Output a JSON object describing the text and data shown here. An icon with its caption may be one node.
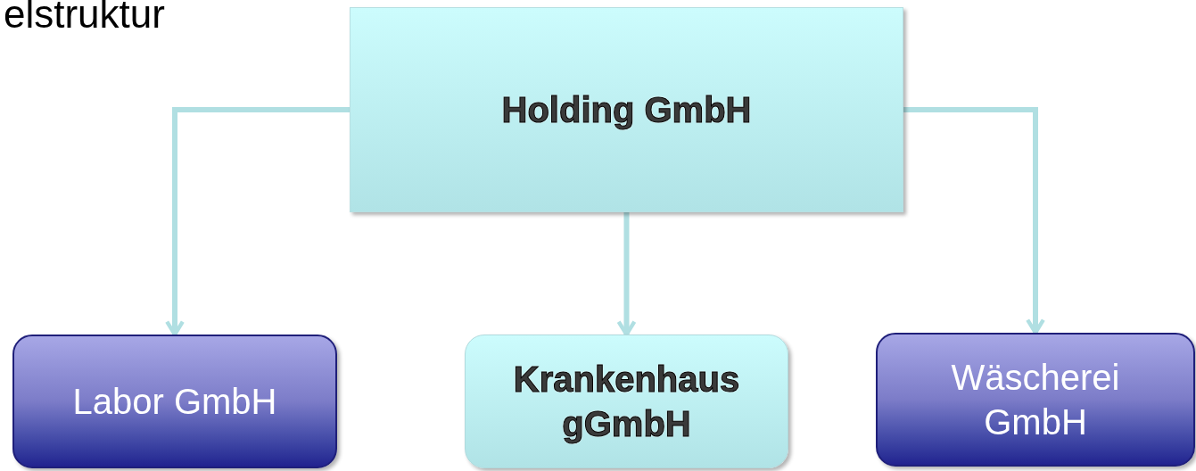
{
  "diagram": {
    "title": "elstruktur",
    "nodes": [
      {
        "text": [
          "Holding GmbH"
        ]
      },
      {
        "text": [
          "Labor GmbH"
        ]
      },
      {
        "text": [
          "Krankenhaus gGmbH"
        ]
      },
      {
        "text": [
          "Wäscherei GmbH"
        ]
      }
    ],
    "edges": [
      {
        "from": 0,
        "to": 1,
        "arrow": "to"
      },
      {
        "from": 0,
        "to": 2,
        "arrow": "to"
      },
      {
        "from": 0,
        "to": 3,
        "arrow": "to"
      }
    ]
  }
}
